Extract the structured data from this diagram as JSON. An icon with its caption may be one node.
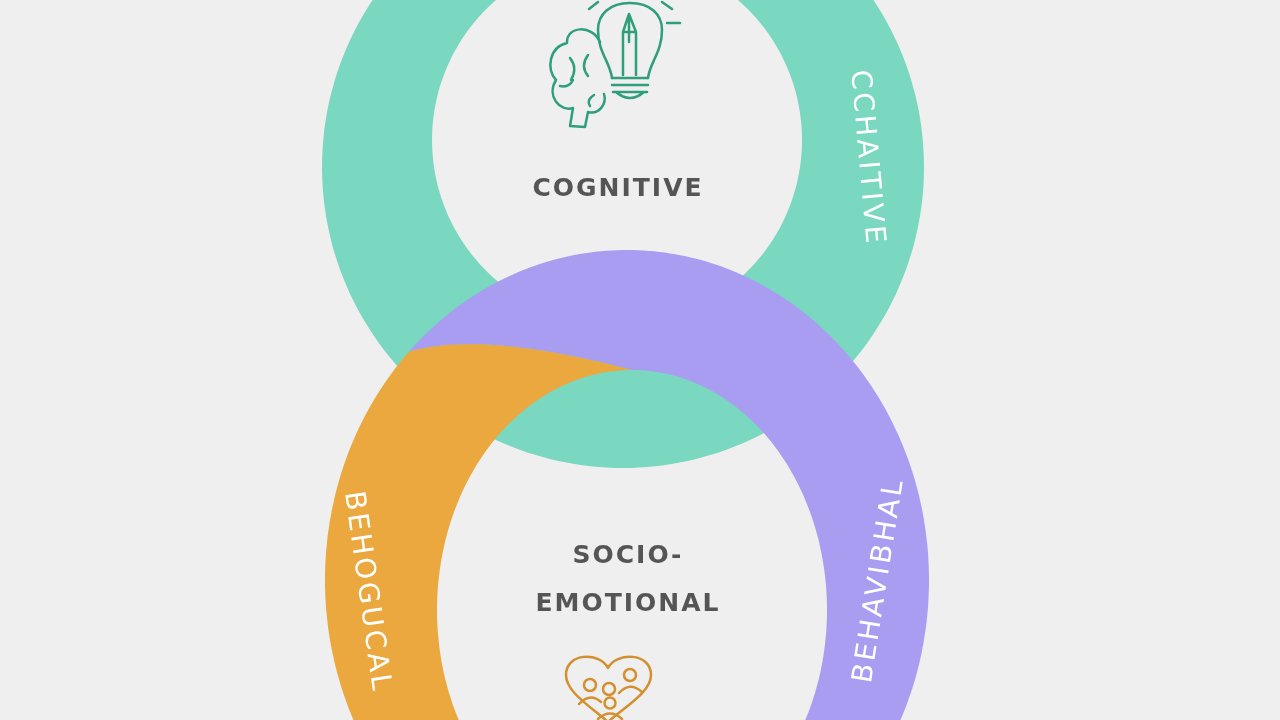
{
  "diagram": {
    "nodes": [
      {
        "text": [
          "COGNITIVE",
          "CCHAITIVE"
        ]
      },
      {
        "text": [
          "BEHAVIBHAL"
        ]
      },
      {
        "text": [
          "BEHOGUCAL"
        ]
      }
    ],
    "labels": [
      "SOCIO-EMOTIONAL"
    ]
  }
}
